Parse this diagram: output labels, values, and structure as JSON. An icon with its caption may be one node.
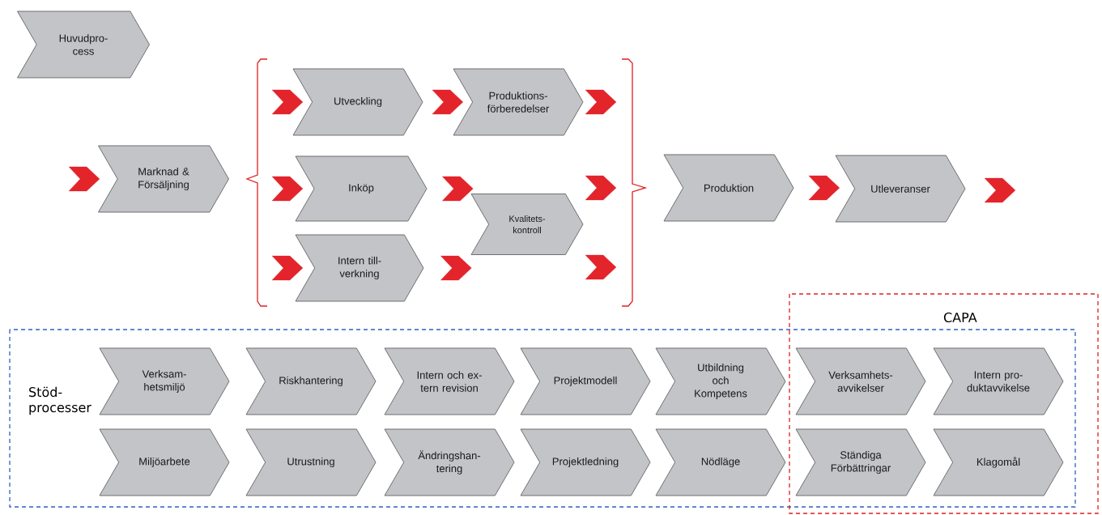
{
  "diagram": {
    "nodes": [
      {
        "text": [
          "Huvudpro- cess"
        ]
      },
      {
        "text": [
          "Marknad & Försäljning"
        ]
      },
      {
        "text": [
          "Utveckling"
        ]
      },
      {
        "text": [
          "Produktions- förberedelser"
        ]
      },
      {
        "text": [
          "Inköp"
        ]
      },
      {
        "text": [
          "Kvalitets- kontroll"
        ]
      },
      {
        "text": [
          "Intern till- verkning"
        ]
      },
      {
        "text": [
          "Produktion"
        ]
      },
      {
        "text": [
          "Utleveranser"
        ]
      },
      {
        "text": [
          "Stöd- processer"
        ]
      },
      {
        "text": [
          "CAPA"
        ]
      },
      {
        "text": [
          "Verksam- hetsmiljö"
        ],
        "in": 9
      },
      {
        "text": [
          "Riskhantering"
        ],
        "in": 9
      },
      {
        "text": [
          "Intern och ex- tern revision"
        ],
        "in": 9
      },
      {
        "text": [
          "Projektmodell"
        ],
        "in": 9
      },
      {
        "text": [
          "Utbildning och Kompetens"
        ],
        "in": 9
      },
      {
        "text": [
          "Verksamhets- avvikelser"
        ]
      },
      {
        "text": [
          "Intern pro- duktavvikelse"
        ]
      },
      {
        "text": [
          "Miljöarbete"
        ],
        "in": 9
      },
      {
        "text": [
          "Utrustning"
        ],
        "in": 9
      },
      {
        "text": [
          "Ändringshan- tering"
        ],
        "in": 9
      },
      {
        "text": [
          "Projektledning"
        ],
        "in": 9
      },
      {
        "text": [
          "Nödläge"
        ],
        "in": 9
      },
      {
        "text": [
          "Ständiga Förbättringar"
        ]
      },
      {
        "text": [
          "Klagomål"
        ]
      }
    ],
    "edges": [
      {
        "from": null,
        "to": 1,
        "arrow": "to"
      },
      {
        "from": null,
        "to": 2,
        "arrow": "to"
      },
      {
        "from": null,
        "to": 4,
        "arrow": "to"
      },
      {
        "from": null,
        "to": 6,
        "arrow": "to"
      },
      {
        "from": 2,
        "to": 3,
        "arrow": "to"
      },
      {
        "from": 4,
        "to": 5,
        "arrow": "to"
      },
      {
        "from": 6,
        "to": 5,
        "arrow": "to"
      },
      {
        "from": 3,
        "to": null,
        "arrow": "to"
      },
      {
        "from": 5,
        "to": null,
        "arrow": "to"
      },
      {
        "from": 5,
        "to": null,
        "arrow": "to"
      },
      {
        "from": 7,
        "to": 8,
        "arrow": "to"
      },
      {
        "from": 8,
        "to": null,
        "arrow": "to"
      }
    ]
  }
}
